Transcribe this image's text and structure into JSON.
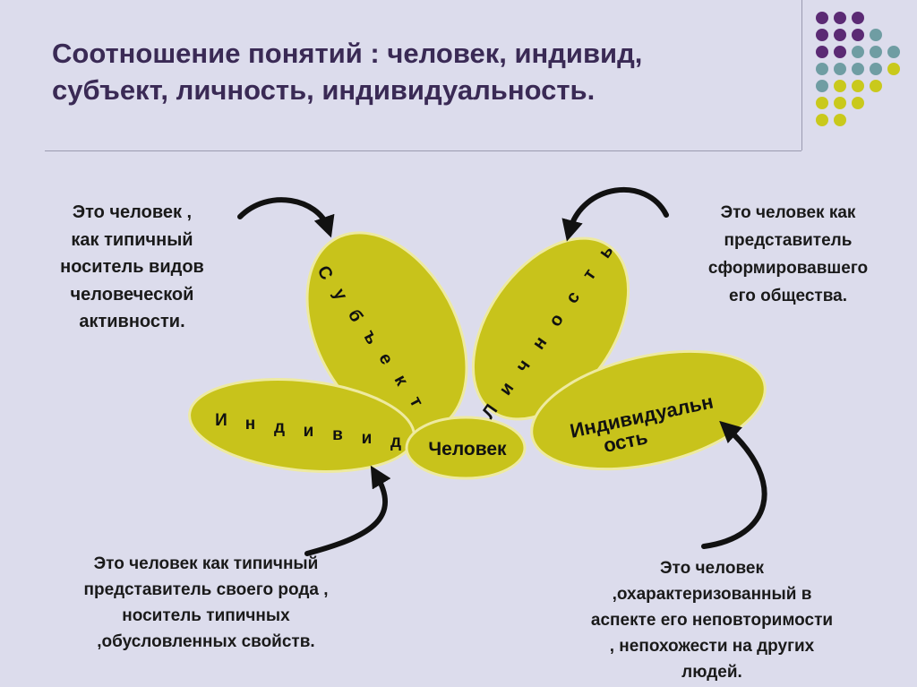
{
  "title": {
    "line1": "Соотношение понятий : человек, индивид,",
    "line2": "субъект, личность, индивидуальность."
  },
  "colors": {
    "petal_fill": "#c8c31b",
    "petal_stroke": "#eeeaa0",
    "dot_purple": "#5b2a74",
    "dot_teal": "#6f9da3",
    "dot_yellow": "#c9c91c",
    "arrow": "#111111"
  },
  "petals": {
    "subject": "Субъект",
    "lichnost": "Личность",
    "individ": "Индивид",
    "individualnost_line1": "Индивидуальн",
    "individualnost_line2": "ость",
    "center": "Человек"
  },
  "descriptions": {
    "subject": [
      "Это человек ,",
      "как типичный",
      "носитель видов",
      "человеческой",
      "активности."
    ],
    "lichnost": [
      "Это человек как",
      "представитель",
      "сформировавшего",
      "его общества."
    ],
    "individ": [
      "Это человек как типичный",
      "представитель своего рода ,",
      "носитель типичных",
      ",обусловленных свойств."
    ],
    "individualnost": [
      "Это человек",
      ",охарактеризованный в",
      "аспекте его неповторимости",
      ", непохожести на других",
      "людей."
    ]
  },
  "icons": {
    "dots": "decorative-dot-grid",
    "arrows": "curved-arrow"
  }
}
